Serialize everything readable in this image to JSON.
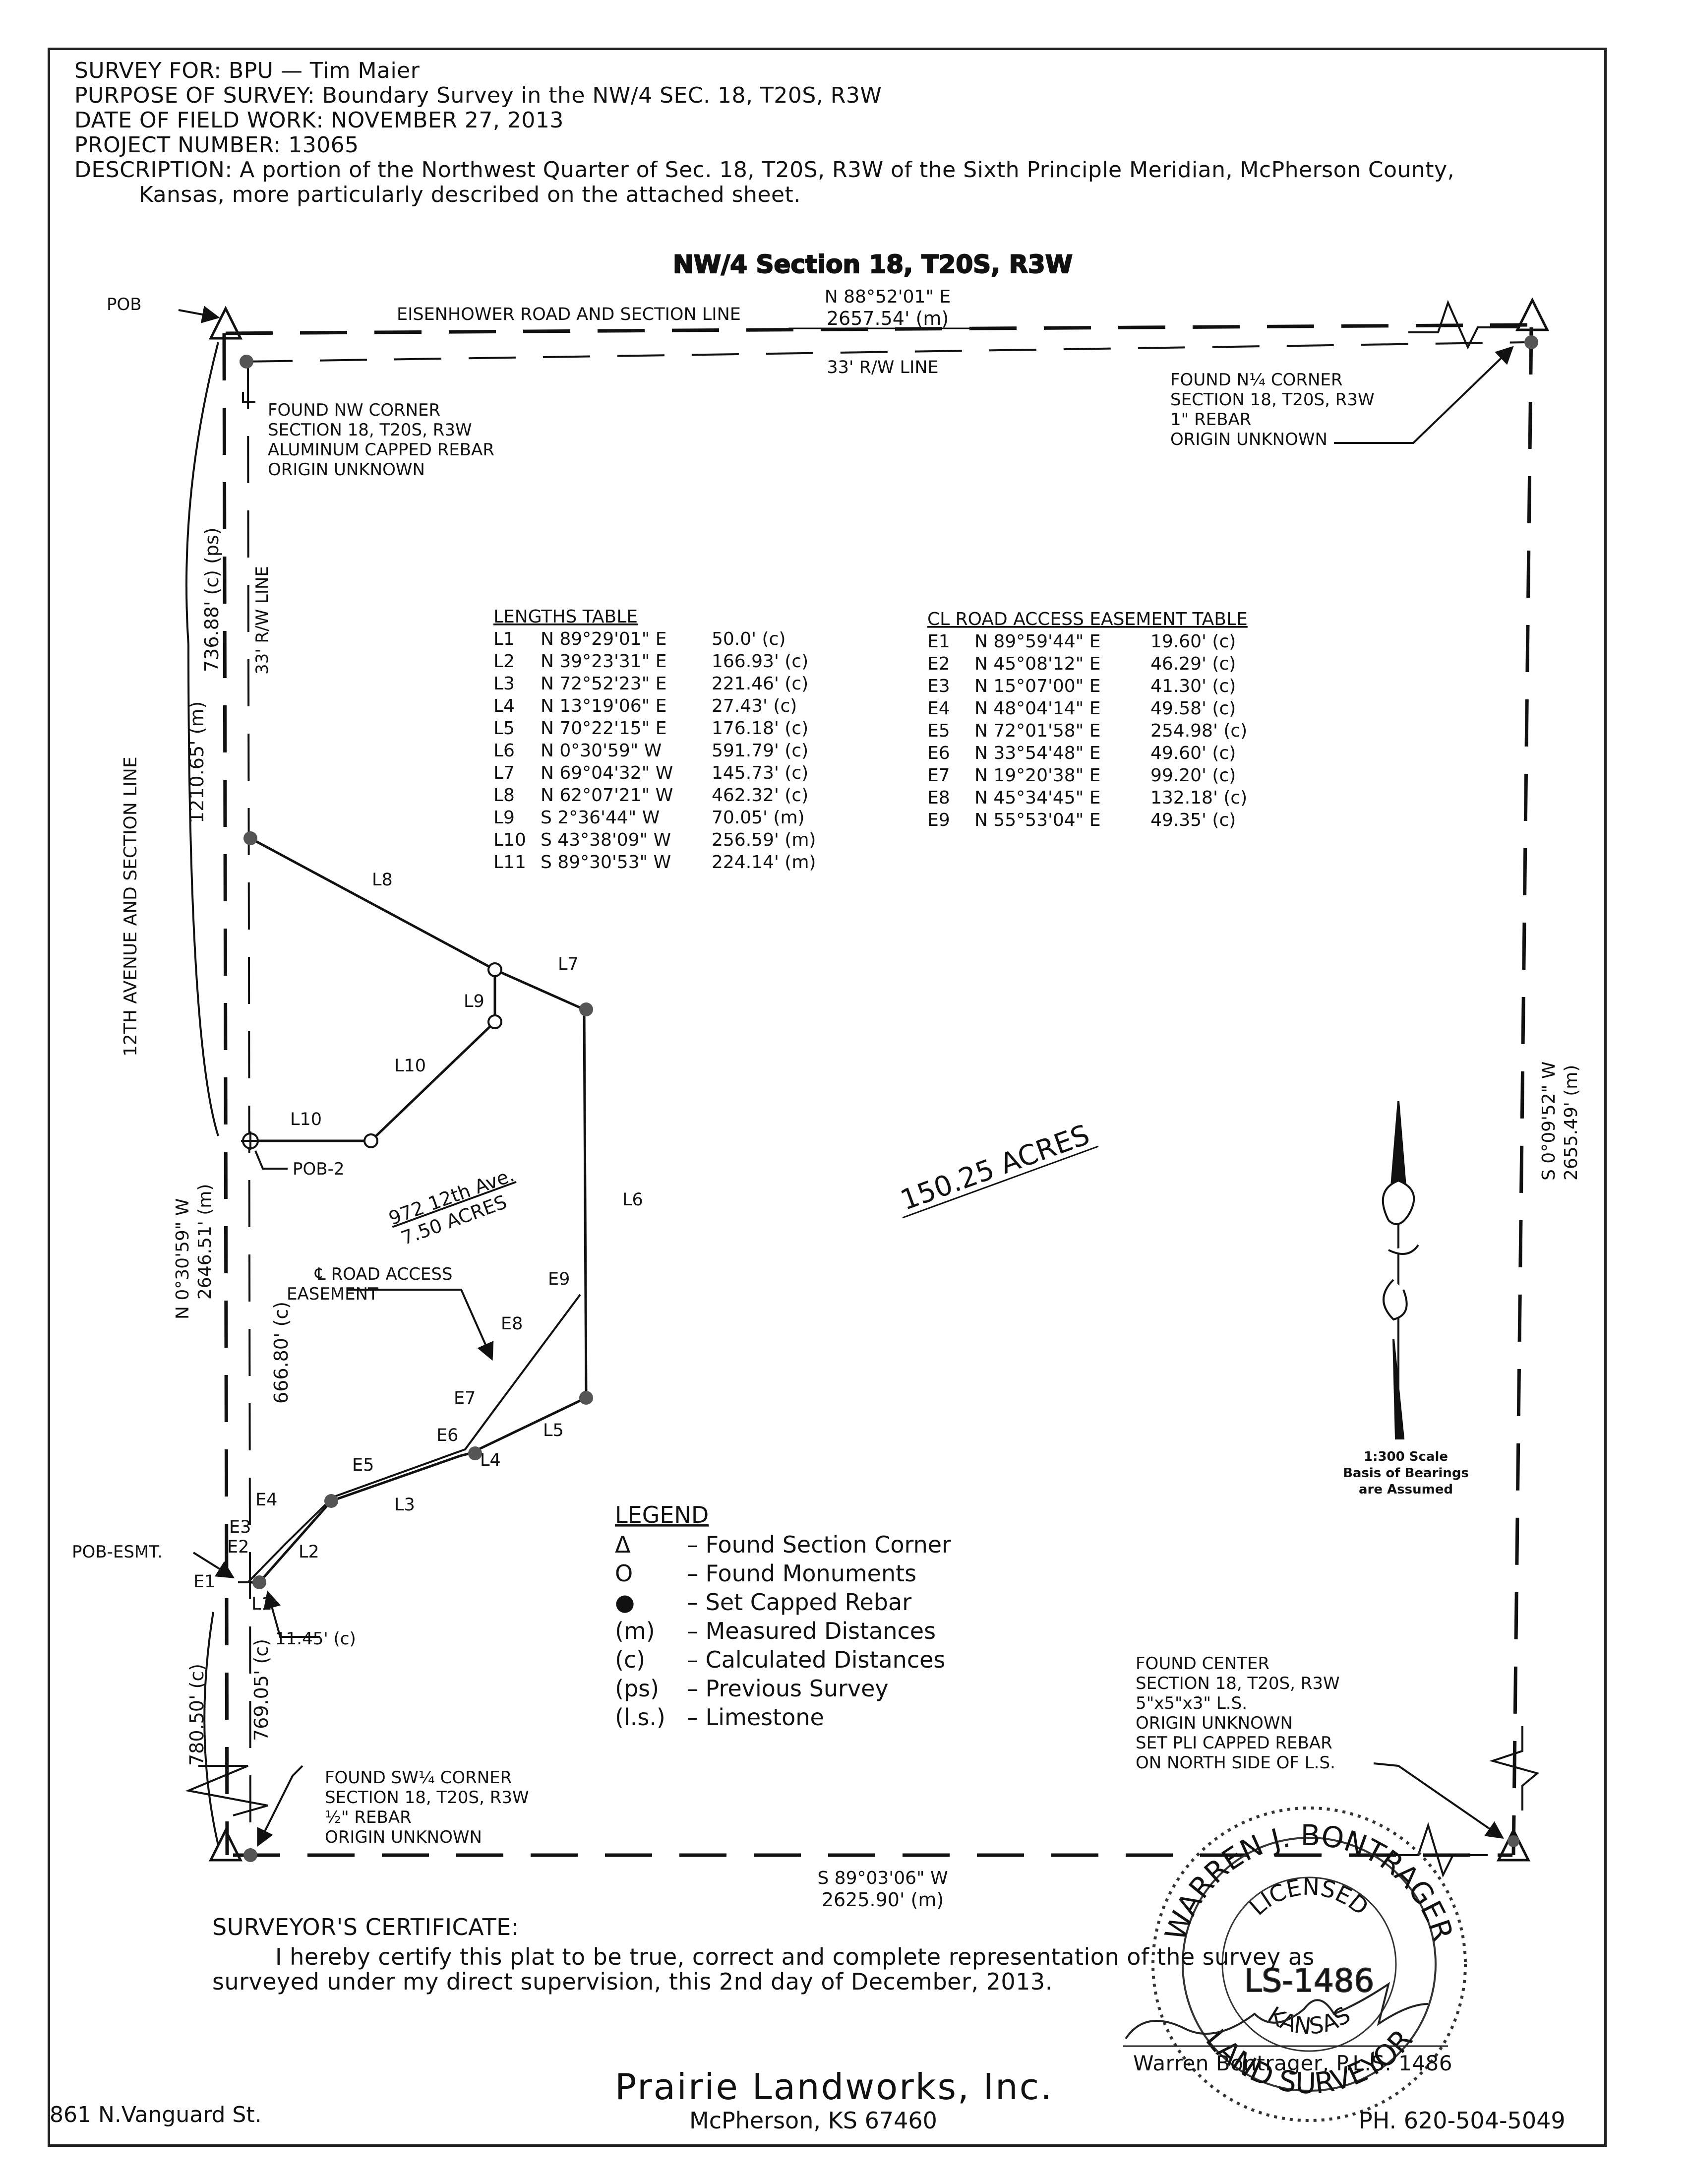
{
  "header": {
    "survey_for": "SURVEY FOR: BPU — Tim Maier",
    "purpose": "PURPOSE OF SURVEY: Boundary Survey in the NW/4 SEC. 18, T20S, R3W",
    "date": "DATE OF FIELD WORK: NOVEMBER 27, 2013",
    "project": "PROJECT NUMBER: 13065",
    "description_1": "DESCRIPTION: A portion of the Northwest Quarter of Sec. 18, T20S, R3W of the Sixth Principle Meridian, McPherson County,",
    "description_2": "Kansas, more particularly described on the attached sheet."
  },
  "plat": {
    "title": "NW/4 Section 18, T20S, R3W",
    "pob": "POB",
    "road_north": "EISENHOWER ROAD AND SECTION LINE",
    "north_bearing": "N 88°52'01\" E",
    "north_distance": "2657.54' (m)",
    "row_north": "33' R/W LINE",
    "row_west": "33' R/W LINE",
    "nw_corner": [
      "FOUND NW CORNER",
      "SECTION 18, T20S, R3W",
      "ALUMINUM CAPPED REBAR",
      "ORIGIN UNKNOWN"
    ],
    "n14_corner": [
      "FOUND N¼ CORNER",
      "SECTION 18, T20S, R3W",
      "1\" REBAR",
      "ORIGIN UNKNOWN"
    ],
    "west_road": "12TH AVENUE AND SECTION LINE",
    "dim_736": "736.88' (c) (ps)",
    "dim_1210": "1210.65' (m)",
    "west_bearing": "N 0°30'59\" W",
    "west_distance": "2646.51' (m)",
    "dim_666": "666.80' (c)",
    "dim_780": "780.50' (c)",
    "dim_769": "769.05' (c)",
    "east_bearing": "S 0°09'52\" W",
    "east_distance": "2655.49' (m)",
    "south_bearing": "S 89°03'06\" W",
    "south_distance": "2625.90' (m)",
    "acres_main": "150.25 ACRES",
    "parcel_line1": "972 12th Ave.",
    "parcel_line2": "7.50 ACRES",
    "pob2": "POB-2",
    "pob_esmt": "POB-ESMT.",
    "dim_1145": "11.45' (c)",
    "easement_label": [
      "℄ ROAD ACCESS",
      "EASEMENT"
    ],
    "sw_corner": [
      "FOUND SW¼ CORNER",
      "SECTION 18, T20S, R3W",
      "½\" REBAR",
      "ORIGIN UNKNOWN"
    ],
    "center_corner": [
      "FOUND CENTER",
      "SECTION 18, T20S, R3W",
      "5\"x5\"x3\" L.S.",
      "ORIGIN UNKNOWN",
      "SET PLI CAPPED REBAR",
      "ON NORTH SIDE OF L.S."
    ],
    "scale_note": [
      "1:300 Scale",
      "Basis of Bearings",
      "are Assumed"
    ],
    "line_labels": [
      "L1",
      "L2",
      "L3",
      "L4",
      "L5",
      "L6",
      "L7",
      "L8",
      "L9",
      "L10"
    ],
    "esmt_labels": [
      "E1",
      "E2",
      "E3",
      "E4",
      "E5",
      "E6",
      "E7",
      "E8",
      "E9"
    ]
  },
  "lengths_table": {
    "title": "LENGTHS TABLE",
    "rows": [
      [
        "L1",
        "N 89°29'01\" E",
        "50.0' (c)"
      ],
      [
        "L2",
        "N 39°23'31\" E",
        "166.93' (c)"
      ],
      [
        "L3",
        "N 72°52'23\" E",
        "221.46' (c)"
      ],
      [
        "L4",
        "N 13°19'06\" E",
        "27.43' (c)"
      ],
      [
        "L5",
        "N 70°22'15\" E",
        "176.18' (c)"
      ],
      [
        "L6",
        "N 0°30'59\" W",
        "591.79' (c)"
      ],
      [
        "L7",
        "N 69°04'32\" W",
        "145.73' (c)"
      ],
      [
        "L8",
        "N 62°07'21\" W",
        "462.32' (c)"
      ],
      [
        "L9",
        "S 2°36'44\" W",
        "70.05' (m)"
      ],
      [
        "L10",
        "S 43°38'09\" W",
        "256.59' (m)"
      ],
      [
        "L11",
        "S 89°30'53\" W",
        "224.14' (m)"
      ]
    ]
  },
  "easement_table": {
    "title": "CL ROAD ACCESS EASEMENT TABLE",
    "rows": [
      [
        "E1",
        "N 89°59'44\" E",
        "19.60' (c)"
      ],
      [
        "E2",
        "N 45°08'12\" E",
        "46.29' (c)"
      ],
      [
        "E3",
        "N 15°07'00\" E",
        "41.30' (c)"
      ],
      [
        "E4",
        "N 48°04'14\" E",
        "49.58' (c)"
      ],
      [
        "E5",
        "N 72°01'58\" E",
        "254.98' (c)"
      ],
      [
        "E6",
        "N 33°54'48\" E",
        "49.60' (c)"
      ],
      [
        "E7",
        "N 19°20'38\" E",
        "99.20' (c)"
      ],
      [
        "E8",
        "N 45°34'45\" E",
        "132.18' (c)"
      ],
      [
        "E9",
        "N 55°53'04\" E",
        "49.35' (c)"
      ]
    ]
  },
  "legend": {
    "title": "LEGEND",
    "items": [
      [
        "Δ",
        "– Found Section Corner"
      ],
      [
        "O",
        "– Found Monuments"
      ],
      [
        "●",
        "– Set Capped Rebar"
      ],
      [
        "(m)",
        "– Measured Distances"
      ],
      [
        "(c)",
        "– Calculated Distances"
      ],
      [
        "(ps)",
        "– Previous Survey"
      ],
      [
        "(l.s.)",
        "– Limestone"
      ]
    ]
  },
  "certificate": {
    "title": "SURVEYOR'S CERTIFICATE:",
    "line1": "I hereby certify this plat to be true, correct and complete representation of the survey as",
    "line2": "surveyed under my direct supervision, this 2nd day of December, 2013.",
    "signer": "Warren Bontrager, P.L.S. 1486"
  },
  "seal": {
    "outer_top": "WARREN J. BONTRAGER",
    "outer_bottom": "LAND SURVEYOR",
    "inner_top": "LICENSED",
    "inner_bottom": "KANSAS",
    "number": "LS-1486"
  },
  "footer": {
    "company": "Prairie Landworks, Inc.",
    "address": "861 N.Vanguard St.",
    "city": "McPherson, KS 67460",
    "phone": "PH. 620-504-5049"
  }
}
